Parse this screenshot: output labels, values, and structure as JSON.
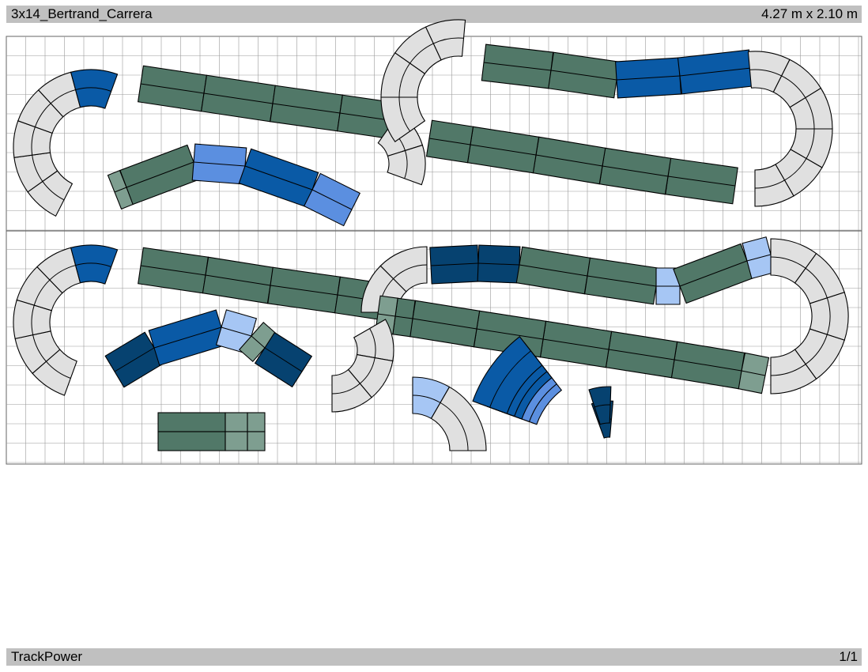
{
  "header": {
    "title": "3x14_Bertrand_Carrera",
    "dimensions": "4.27 m x 2.10 m"
  },
  "footer": {
    "app": "TrackPower",
    "page": "1/1"
  },
  "colors": {
    "curve_grey": "#e0e0e0",
    "straight_green": "#517868",
    "straight_green_light": "#7e9e90",
    "blue_mid": "#0a5aa6",
    "blue_bright": "#5b8fe0",
    "blue_dark": "#064270",
    "blue_pale": "#a6c6f4",
    "grid": "#9a9a9a",
    "outline": "#000000"
  }
}
